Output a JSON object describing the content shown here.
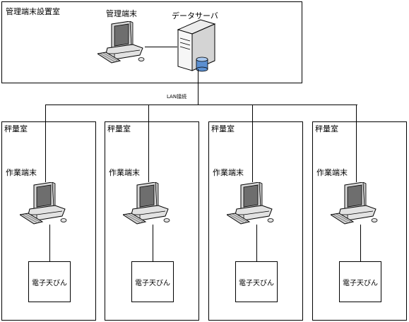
{
  "admin_room": {
    "label": "管理端末設置室",
    "terminal_label": "管理端末",
    "server_label": "データサーバ"
  },
  "lan_label": "LAN接続",
  "rooms": [
    {
      "label": "秤量室",
      "terminal_label": "作業端末",
      "device_label": "電子天びん"
    },
    {
      "label": "秤量室",
      "terminal_label": "作業端末",
      "device_label": "電子天びん"
    },
    {
      "label": "秤量室",
      "terminal_label": "作業端末",
      "device_label": "電子天びん"
    },
    {
      "label": "秤量室",
      "terminal_label": "作業端末",
      "device_label": "電子天びん"
    }
  ]
}
